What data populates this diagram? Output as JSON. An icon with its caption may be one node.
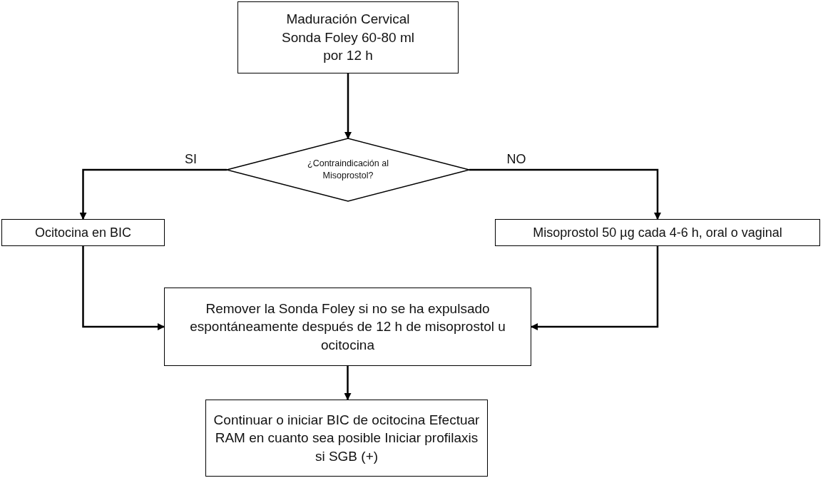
{
  "diagram": {
    "nodes": [
      {
        "text": [
          "Maduración Cervical Sonda Foley 60-80 ml por 12 h"
        ]
      },
      {
        "text": [
          "¿Contraindicación al Misoprostol?"
        ]
      },
      {
        "text": [
          "Ocitocina en BIC"
        ]
      },
      {
        "text": [
          "Misoprostol 50 µg cada 4-6 h, oral o vaginal"
        ]
      },
      {
        "text": [
          "Remover la Sonda Foley si no se ha expulsado espontáneamente después de 12 h de misoprostol u ocitocina"
        ]
      },
      {
        "text": [
          "Continuar o iniciar BIC de ocitocina Efectuar RAM en cuanto sea posible Iniciar profilaxis si SGB (+)"
        ]
      }
    ],
    "edges": [
      {
        "from": 0,
        "to": 1,
        "arrow": "to"
      },
      {
        "from": 1,
        "to": 2,
        "arrow": "to",
        "label": "SI"
      },
      {
        "from": 1,
        "to": 3,
        "arrow": "to",
        "label": "NO"
      },
      {
        "from": 2,
        "to": 4,
        "arrow": "to"
      },
      {
        "from": 3,
        "to": 4,
        "arrow": "to"
      },
      {
        "from": 4,
        "to": 5,
        "arrow": "to"
      }
    ]
  }
}
